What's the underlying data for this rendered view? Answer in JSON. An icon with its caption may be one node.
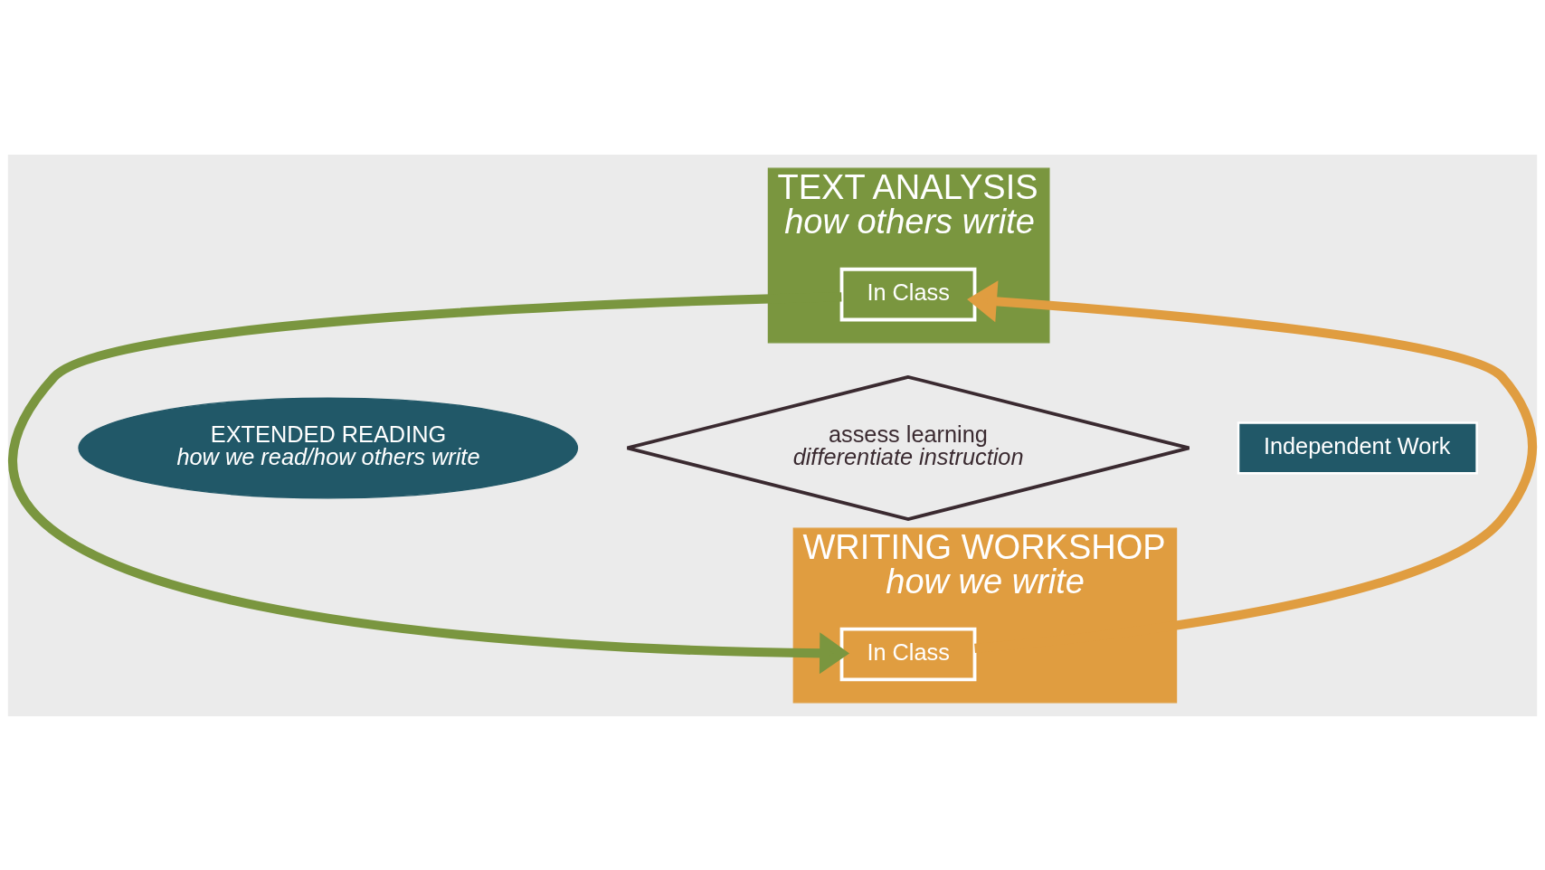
{
  "diagram": {
    "nodes": [
      {
        "text": [
          "TEXT ANALYSIS",
          "how others write"
        ]
      },
      {
        "text": [
          "In Class"
        ],
        "in": 0
      },
      {
        "text": [
          "WRITING WORKSHOP",
          "how we write"
        ]
      },
      {
        "text": [
          "In Class"
        ],
        "in": 2
      },
      {
        "text": [
          "EXTENDED READING",
          "how we read/how others write"
        ]
      },
      {
        "text": [
          "assess learning",
          "differentiate instruction"
        ]
      },
      {
        "text": [
          "Independent Work"
        ]
      }
    ],
    "edges": [
      {
        "from": 1,
        "to": 3,
        "arrow": "to",
        "color": "#7a963f"
      },
      {
        "from": 3,
        "to": 1,
        "arrow": "to",
        "color": "#e09d40"
      }
    ]
  }
}
